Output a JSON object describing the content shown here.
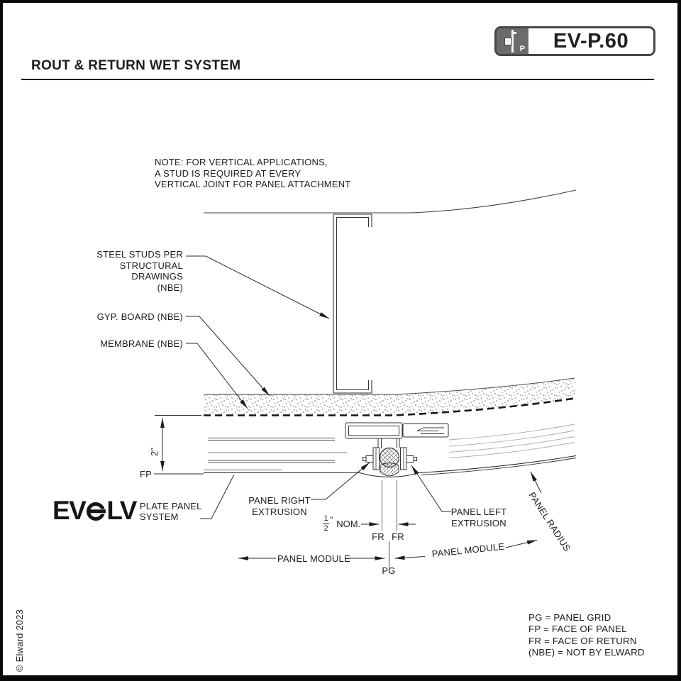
{
  "badge": {
    "code": "EV-P.60",
    "icon_letter": "P"
  },
  "header": {
    "title": "ROUT & RETURN WET SYSTEM"
  },
  "note": "NOTE: FOR VERTICAL APPLICATIONS,\nA STUD IS REQUIRED AT EVERY\nVERTICAL JOINT FOR PANEL ATTACHMENT",
  "callouts": {
    "steel_studs": "STEEL STUDS PER\nSTRUCTURAL DRAWINGS\n(NBE)",
    "gyp_board": "GYP. BOARD (NBE)",
    "membrane": "MEMBRANE (NBE)",
    "panel_right_extrusion": "PANEL RIGHT\nEXTRUSION",
    "panel_left_extrusion": "PANEL LEFT\nEXTRUSION",
    "panel_radius": "PANEL RADIUS"
  },
  "dimensions": {
    "face_depth": "2\"",
    "fp": "FP",
    "joint_num": "1",
    "joint_den": "2",
    "joint_unit": "\"",
    "joint_suffix": "NOM.",
    "fr_left": "FR",
    "fr_right": "FR",
    "panel_module_left": "PANEL MODULE",
    "panel_module_right": "PANEL MODULE",
    "pg": "PG"
  },
  "logo": {
    "word_start": "EV",
    "word_end": "LV",
    "tagline": "PLATE PANEL\nSYSTEM"
  },
  "legend": "PG = PANEL GRID\nFP = FACE OF PANEL\nFR = FACE OF RETURN\n(NBE) = NOT BY ELWARD",
  "copyright": "© Elward 2023",
  "colors": {
    "ink": "#1d1d1d",
    "line": "#3c3c3c",
    "light_line": "#a8a8a8",
    "badge_gray": "#6c6c6c"
  }
}
